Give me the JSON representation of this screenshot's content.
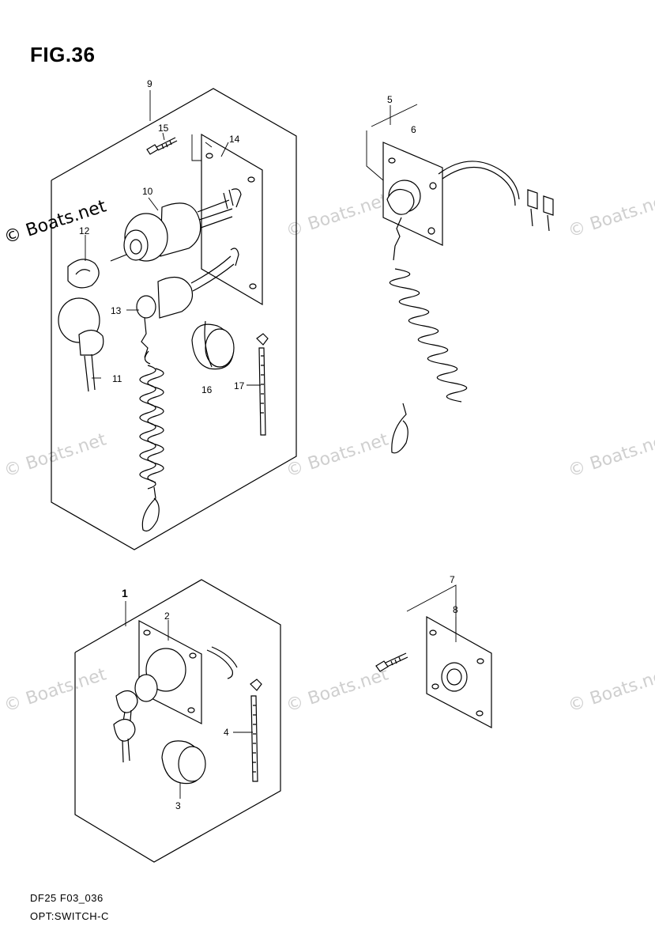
{
  "figure": {
    "title": "FIG.36",
    "footer_code": "DF25 F03_036",
    "footer_name": "OPT:SWITCH-C"
  },
  "watermarks": {
    "main": "© Boats.net",
    "faint": "© Boats.net"
  },
  "callouts": {
    "c1": "1",
    "c2": "2",
    "c3": "3",
    "c4": "4",
    "c5": "5",
    "c6": "6",
    "c7": "7",
    "c8": "8",
    "c9": "9",
    "c10": "10",
    "c11": "11",
    "c12": "12",
    "c13": "13",
    "c14": "14",
    "c15": "15",
    "c16": "16",
    "c17": "17"
  }
}
